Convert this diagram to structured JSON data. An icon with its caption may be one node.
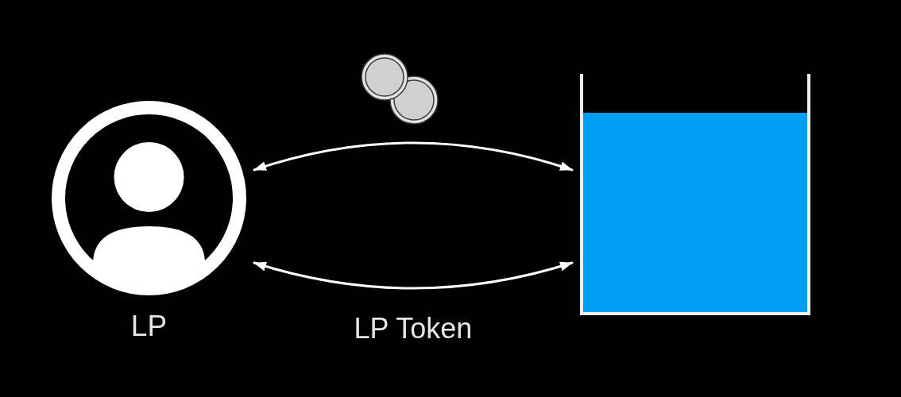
{
  "diagram": {
    "nodes": [
      {
        "text": [
          "LP"
        ]
      },
      {
        "text": [],
        "shape": "box"
      }
    ],
    "edges": [
      {
        "from": 0,
        "to": 1,
        "arrow": "both"
      },
      {
        "from": 0,
        "to": 1,
        "arrow": "both",
        "label": "LP Token"
      }
    ]
  }
}
